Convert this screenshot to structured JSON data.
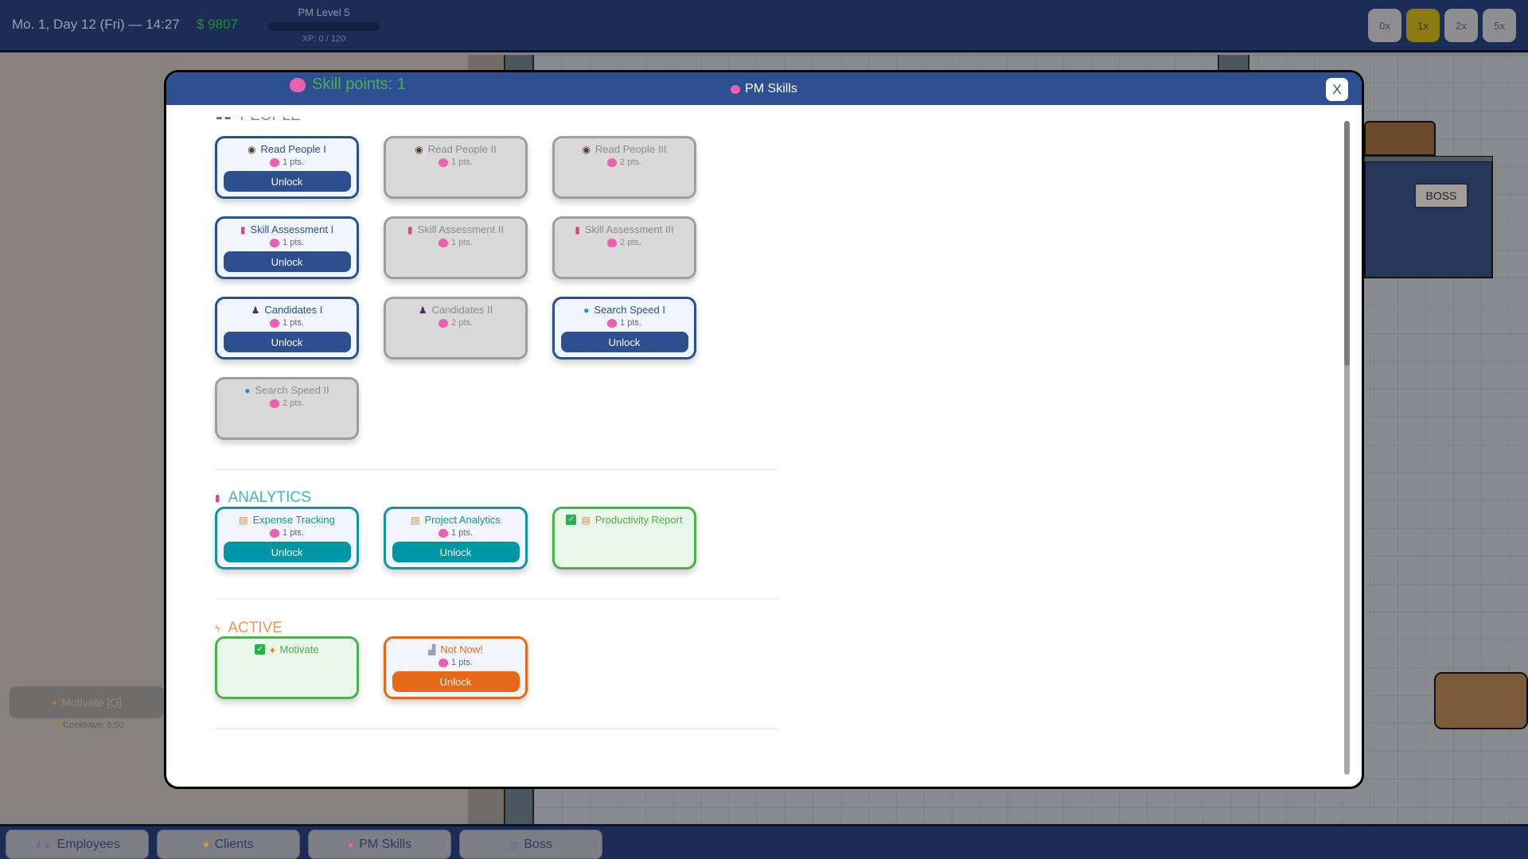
{
  "topbar": {
    "date": "Mo. 1, Day 12 (Fri) — 14:27",
    "money": "$ 9807",
    "pm_level": "PM Level 5",
    "xp": "XP: 0 / 120",
    "xp_progress": 0,
    "speeds": [
      {
        "label": "0x",
        "active": false
      },
      {
        "label": "1x",
        "active": true
      },
      {
        "label": "2x",
        "active": false
      },
      {
        "label": "5x",
        "active": false
      }
    ]
  },
  "scene": {
    "boss_label": "BOSS",
    "motivate_label": "Motivate [Q]",
    "cooldown": "Cooldown: 6:50"
  },
  "modal": {
    "skill_points": "Skill points: 1",
    "title": "PM Skills",
    "close": "X",
    "sections": [
      {
        "title": "PEOPLE",
        "icon": "people-icon",
        "color": "#7b86b8",
        "cards": [
          {
            "name": "Read People I",
            "icon": "eye-icon",
            "cost": "1 pts.",
            "state": "available",
            "button": "Unlock"
          },
          {
            "name": "Read People II",
            "icon": "eye-icon",
            "cost": "1 pts.",
            "state": "locked"
          },
          {
            "name": "Read People III",
            "icon": "eye-icon",
            "cost": "2 pts.",
            "state": "locked"
          },
          {
            "name": "Skill Assessment I",
            "icon": "bar-chart-icon",
            "cost": "1 pts.",
            "state": "available",
            "button": "Unlock"
          },
          {
            "name": "Skill Assessment II",
            "icon": "bar-chart-icon",
            "cost": "1 pts.",
            "state": "locked"
          },
          {
            "name": "Skill Assessment III",
            "icon": "bar-chart-icon",
            "cost": "2 pts.",
            "state": "locked"
          },
          {
            "name": "Candidates I",
            "icon": "person-icon",
            "cost": "1 pts.",
            "state": "available",
            "button": "Unlock"
          },
          {
            "name": "Candidates II",
            "icon": "person-icon",
            "cost": "2 pts.",
            "state": "locked"
          },
          {
            "name": "Search Speed I",
            "icon": "magnifier-icon",
            "cost": "1 pts.",
            "state": "available",
            "button": "Unlock"
          },
          {
            "name": "Search Speed II",
            "icon": "magnifier-icon",
            "cost": "2 pts.",
            "state": "locked"
          }
        ]
      },
      {
        "title": "ANALYTICS",
        "icon": "bar-chart-icon",
        "color": "#3fb6c4",
        "cards": [
          {
            "name": "Expense Tracking",
            "icon": "clipboard-icon",
            "cost": "1 pts.",
            "state": "teal",
            "button": "Unlock"
          },
          {
            "name": "Project Analytics",
            "icon": "clipboard-icon",
            "cost": "1 pts.",
            "state": "teal",
            "button": "Unlock"
          },
          {
            "name": "Productivity Report",
            "icon": "clipboard-icon",
            "state": "owned"
          }
        ]
      },
      {
        "title": "ACTIVE",
        "icon": "lightning-icon",
        "color": "#f0955a",
        "cards": [
          {
            "name": "Motivate",
            "icon": "flame-icon",
            "state": "owned"
          },
          {
            "name": "Not Now!",
            "icon": "toilet-icon",
            "cost": "1 pts.",
            "state": "orange",
            "button": "Unlock"
          }
        ]
      }
    ]
  },
  "bottom_nav": [
    {
      "label": "Employees",
      "icon": "people-icon"
    },
    {
      "label": "Clients",
      "icon": "handshake-icon"
    },
    {
      "label": "PM Skills",
      "icon": "brain-icon"
    },
    {
      "label": "Boss",
      "icon": "building-icon"
    }
  ]
}
